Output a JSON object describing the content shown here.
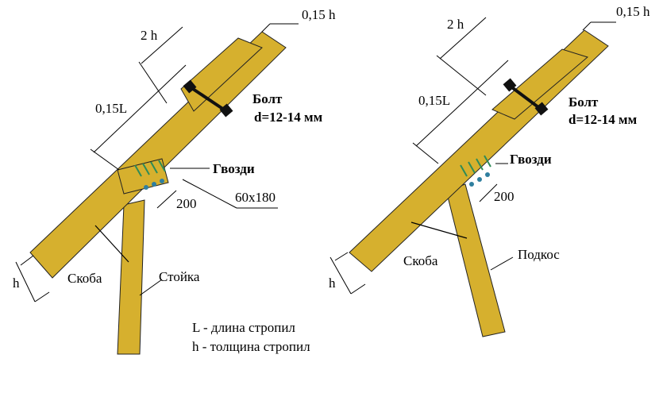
{
  "colors": {
    "wood": "#D6B02E",
    "nail": "#2E8B57",
    "nail_head": "#2F7F9F",
    "bolt": "#111111"
  },
  "left": {
    "dim_015h": "0,15 h",
    "dim_2h": "2 h",
    "dim_015L": "0,15L",
    "bolt_label": "Болт",
    "bolt_spec": "d=12-14 мм",
    "nails_label": "Гвозди",
    "dim_200": "200",
    "dim_60x180": "60x180",
    "dim_h": "h",
    "brace_label": "Скоба",
    "post_label": "Стойка"
  },
  "right": {
    "dim_015h": "0,15 h",
    "dim_2h": "2 h",
    "dim_015L": "0,15L",
    "bolt_label": "Болт",
    "bolt_spec": "d=12-14 мм",
    "nails_label": "Гвозди",
    "dim_200": "200",
    "dim_h": "h",
    "brace_label": "Скоба",
    "strut_label": "Подкос"
  },
  "legend": {
    "line1": "L - длина стропил",
    "line2": "h - толщина стропил"
  }
}
